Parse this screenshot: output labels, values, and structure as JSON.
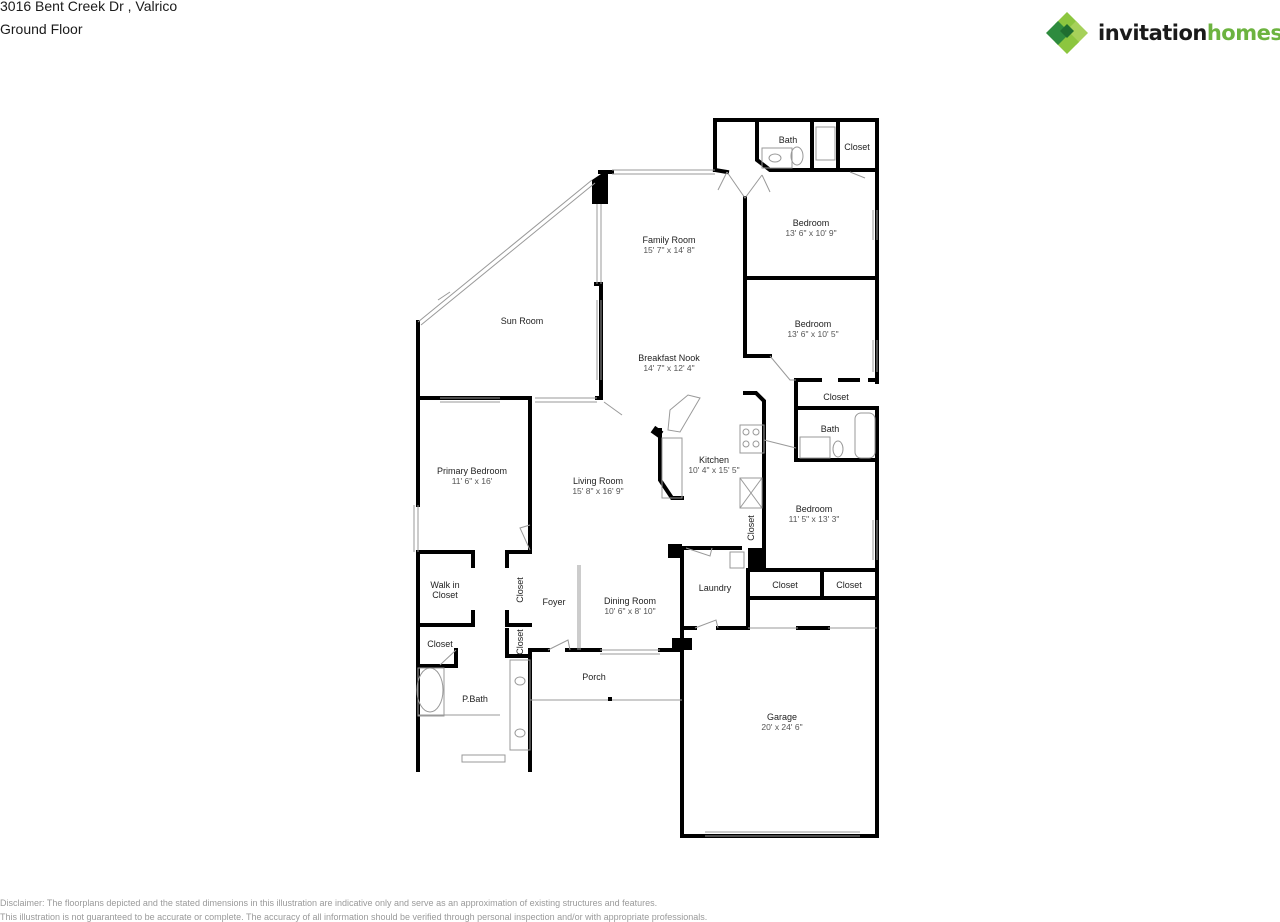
{
  "header": {
    "address": "3016 Bent Creek Dr , Valrico",
    "floor": "Ground Floor"
  },
  "logo": {
    "icon": "clover-diamond-logo-icon",
    "word1": "invitation",
    "word2": "homes",
    "colors": {
      "dark_green": "#2e8b3e",
      "light_green": "#8cc63f",
      "text": "#1a1a1a",
      "accent": "#6cb33f"
    }
  },
  "rooms": [
    {
      "name": "Bath",
      "dims": ""
    },
    {
      "name": "Closet",
      "dims": ""
    },
    {
      "name": "Bedroom",
      "dims": "13' 6\" x 10' 9\""
    },
    {
      "name": "Family Room",
      "dims": "15' 7\" x 14' 8\""
    },
    {
      "name": "Sun Room",
      "dims": ""
    },
    {
      "name": "Breakfast Nook",
      "dims": "14' 7\" x 12' 4\""
    },
    {
      "name": "Bedroom",
      "dims": "13' 6\" x 10' 5\""
    },
    {
      "name": "Closet",
      "dims": ""
    },
    {
      "name": "Bath",
      "dims": ""
    },
    {
      "name": "Kitchen",
      "dims": "10' 4\" x 15' 5\""
    },
    {
      "name": "Primary Bedroom",
      "dims": "11' 6\" x 16'"
    },
    {
      "name": "Living Room",
      "dims": "15' 8\" x 16' 9\""
    },
    {
      "name": "Bedroom",
      "dims": "11' 5\" x 13' 3\""
    },
    {
      "name": "Closet",
      "dims": ""
    },
    {
      "name": "Walk in\nCloset",
      "dims": ""
    },
    {
      "name": "Closet",
      "dims": ""
    },
    {
      "name": "Foyer",
      "dims": ""
    },
    {
      "name": "Dining Room",
      "dims": "10' 6\" x 8' 10\""
    },
    {
      "name": "Laundry",
      "dims": ""
    },
    {
      "name": "Closet",
      "dims": ""
    },
    {
      "name": "Closet",
      "dims": ""
    },
    {
      "name": "Closet",
      "dims": ""
    },
    {
      "name": "Closet",
      "dims": ""
    },
    {
      "name": "P.Bath",
      "dims": ""
    },
    {
      "name": "Porch",
      "dims": ""
    },
    {
      "name": "Garage",
      "dims": "20' x 24' 6\""
    }
  ],
  "disclaimer": {
    "line1": "Disclaimer: The floorplans depicted and the stated dimensions in this illustration are indicative only and serve as an approximation of existing structures and features.",
    "line2": "This illustration is not guaranteed to be accurate or complete. The accuracy of all information should be verified through personal inspection and/or with appropriate professionals."
  }
}
